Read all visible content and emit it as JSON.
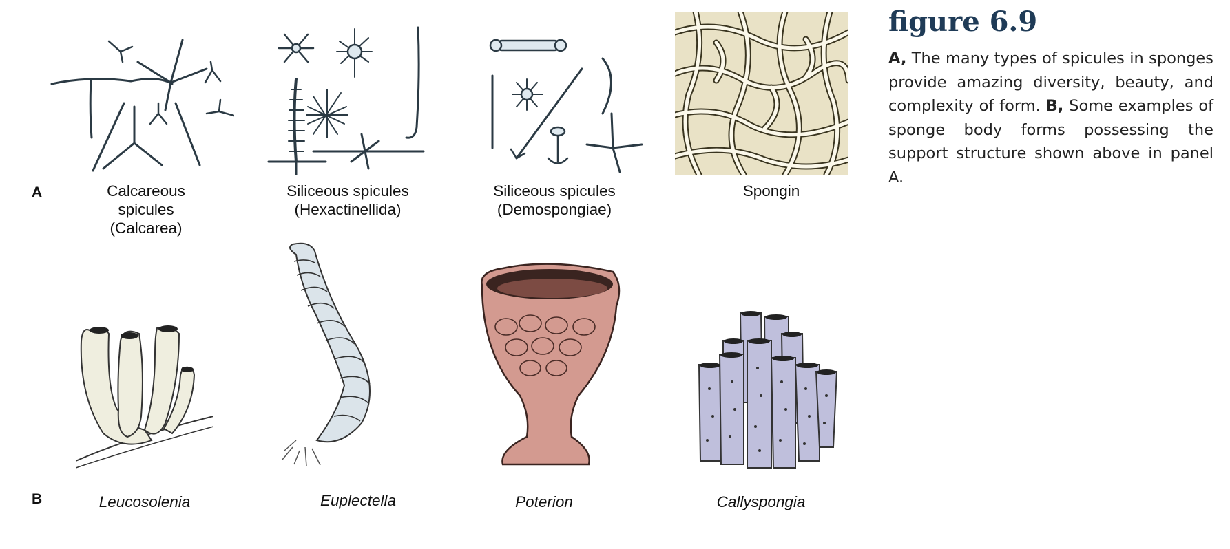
{
  "figure": {
    "title": "figure 6.9",
    "caption": {
      "a_marker": "A,",
      "a_text": "The many types of spicules in sponges provide amazing diversity, beauty, and complexity of form.",
      "b_marker": "B,",
      "b_text": "Some examples of sponge body forms possessing the support structure shown above in panel A."
    }
  },
  "panel_a": {
    "letter": "A",
    "items": [
      {
        "label": "Calcareous\nspicules\n(Calcarea)",
        "icon": "calcareous-spicules"
      },
      {
        "label": "Siliceous spicules\n(Hexactinellida)",
        "icon": "hexactinellid-spicules"
      },
      {
        "label": "Siliceous spicules\n(Demospongiae)",
        "icon": "demosponge-spicules"
      },
      {
        "label": "Spongin",
        "icon": "spongin-fibers"
      }
    ]
  },
  "panel_b": {
    "letter": "B",
    "items": [
      {
        "label": "Leucosolenia",
        "icon": "leucosolenia-sponge"
      },
      {
        "label": "Euplectella",
        "icon": "euplectella-sponge"
      },
      {
        "label": "Poterion",
        "icon": "poterion-sponge"
      },
      {
        "label": "Callyspongia",
        "icon": "callyspongia-sponge"
      }
    ]
  },
  "colors": {
    "spicule_fill": "#dfe9ef",
    "spicule_stroke": "#2b3a44",
    "spongin_bg": "#e9e2c6",
    "spongin_fiber": "#fbf8ea",
    "leucosolenia": "#efeedf",
    "euplectella": "#dbe4ea",
    "poterion": "#d39a90",
    "callyspongia": "#bfbfdc",
    "title": "#1f3b57"
  }
}
